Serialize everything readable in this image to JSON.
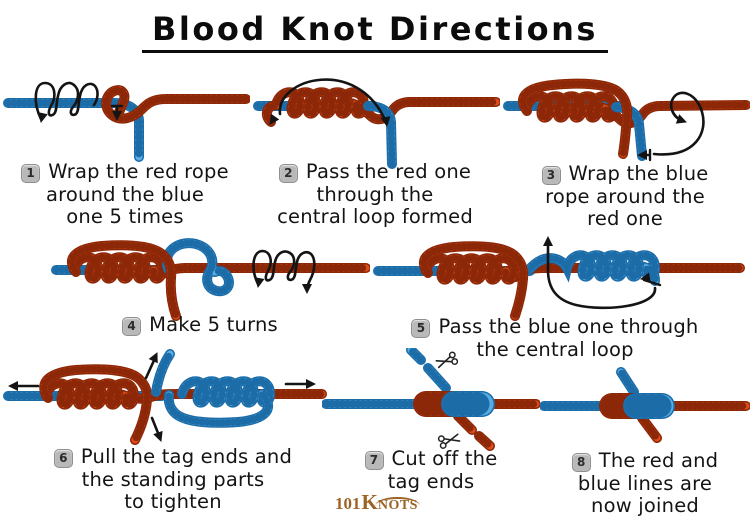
{
  "title": "Blood Knot Directions",
  "steps": [
    {
      "number": "1",
      "lines": [
        "Wrap the red rope",
        "around the blue",
        "one 5 times"
      ]
    },
    {
      "number": "2",
      "lines": [
        "Pass the red one",
        "through the",
        "central loop formed"
      ]
    },
    {
      "number": "3",
      "lines": [
        "Wrap the blue",
        "rope around the",
        "red one"
      ]
    },
    {
      "number": "4",
      "lines": [
        "Make 5 turns"
      ]
    },
    {
      "number": "5",
      "lines": [
        "Pass the blue one through",
        "the central loop"
      ]
    },
    {
      "number": "6",
      "lines": [
        "Pull the tag ends and",
        "the standing parts",
        "to tighten"
      ]
    },
    {
      "number": "7",
      "lines": [
        "Cut off the",
        "tag ends"
      ]
    },
    {
      "number": "8",
      "lines": [
        "The red and",
        "blue lines are",
        "now joined"
      ]
    }
  ],
  "logo": {
    "n101": "101",
    "k": "K",
    "nots": "NOTS"
  },
  "colors": {
    "blue": {
      "main": "#58ade5",
      "dark": "#1c6ca8"
    },
    "red": {
      "main": "#dd4c1a",
      "dark": "#8c2808"
    },
    "arrow": "#141414",
    "badge_bg": "#b9b9b9",
    "logo_brown": "#9b6426"
  },
  "icons": {
    "scissors": "scissors-shape",
    "direction_arrow": "black-arrow"
  }
}
